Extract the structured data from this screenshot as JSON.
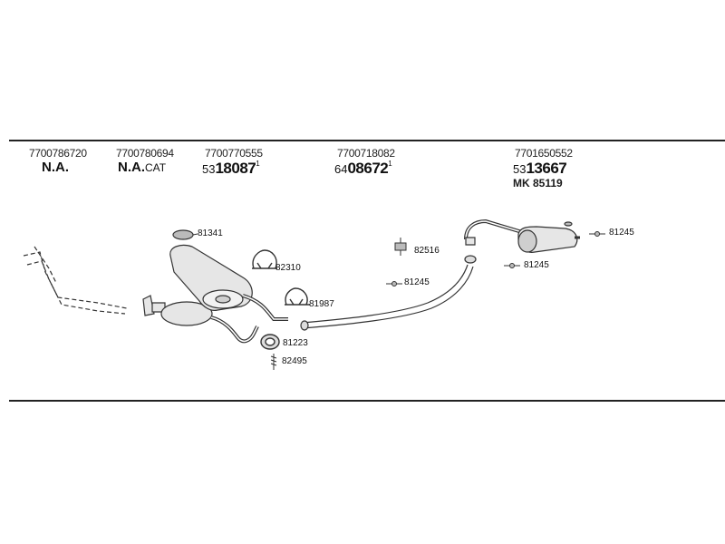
{
  "columns": [
    {
      "oe": "7700786720",
      "ref": "N.A."
    },
    {
      "oe": "7700780694",
      "ref": "N.A.",
      "suffix": "CAT"
    },
    {
      "oe": "7700770555",
      "prefix": "53",
      "number": "18087",
      "sup": "1"
    },
    {
      "oe": "7700718082",
      "prefix": "64",
      "number": "08672",
      "sup": "1"
    },
    {
      "oe": "7701650552",
      "prefix": "53",
      "number": "13667",
      "extra": "MK  85119"
    }
  ],
  "parts": {
    "p81341": "81341",
    "p82310": "82310",
    "p81987": "81987",
    "p81223": "81223",
    "p82495": "82495",
    "p82516": "82516",
    "p81245a": "81245",
    "p81245b": "81245",
    "p81245c": "81245"
  },
  "colors": {
    "line": "#222222",
    "part_fill": "#e6e6e6",
    "part_stroke": "#333333"
  }
}
